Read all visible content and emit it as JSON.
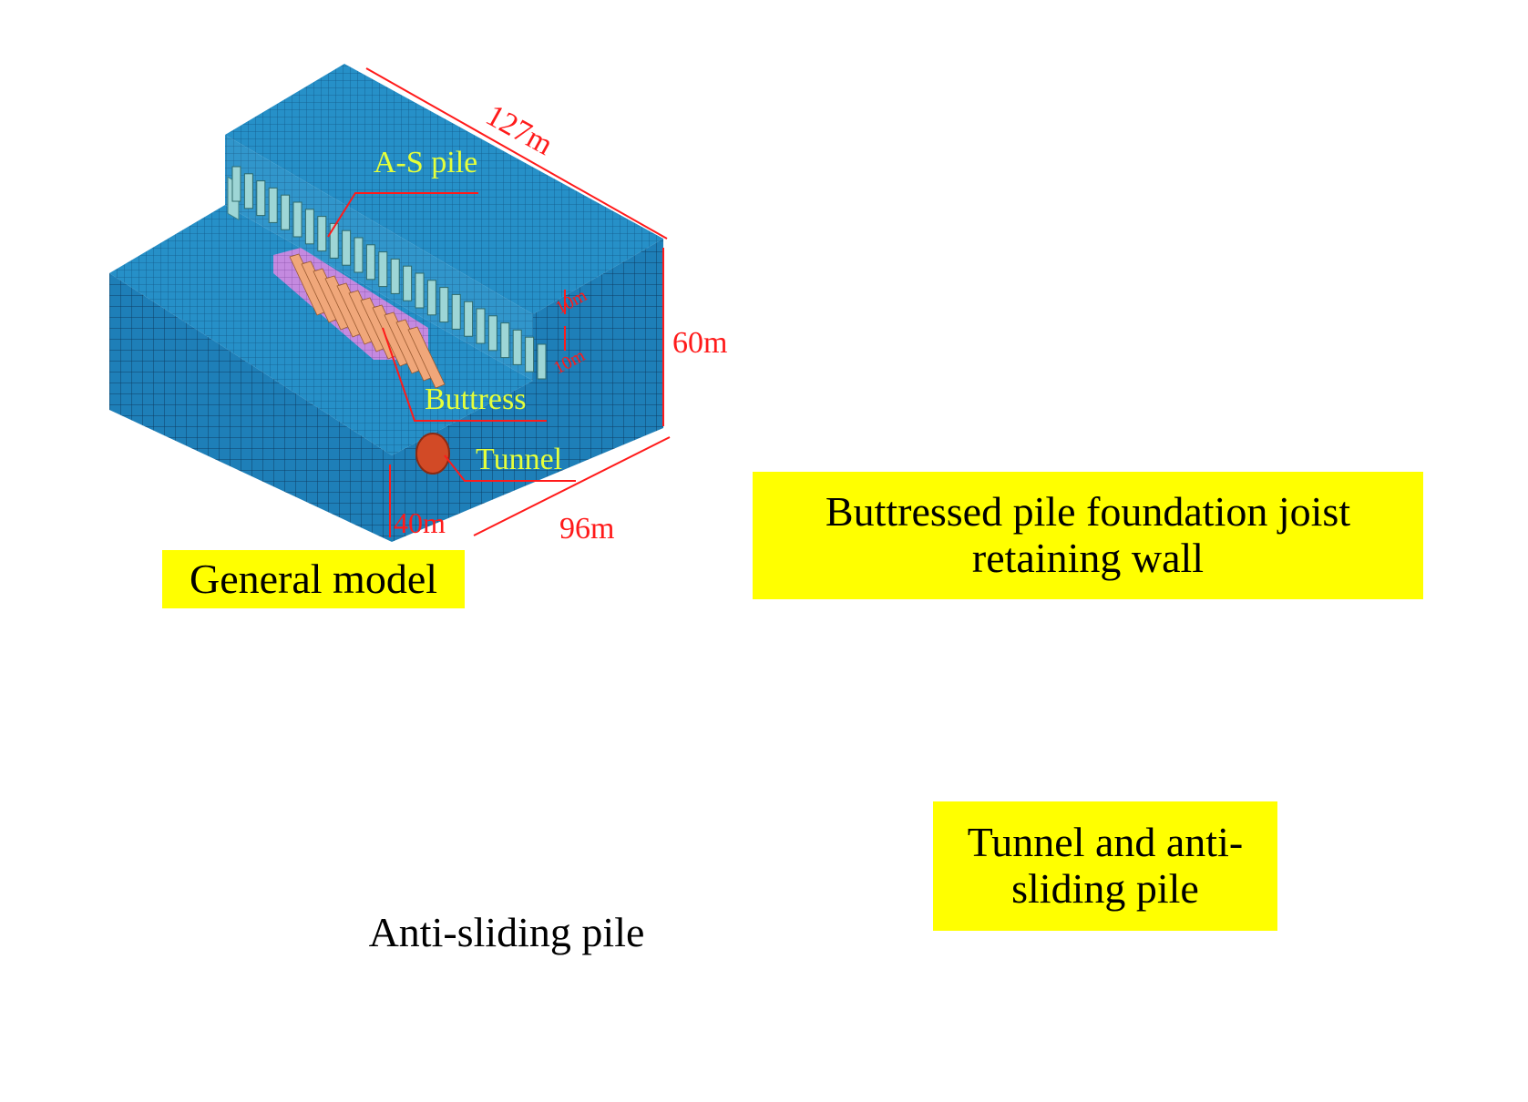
{
  "panels": {
    "general_model": {
      "caption": "General model",
      "labels": {
        "as_pile": "A-S pile",
        "buttress": "Buttress",
        "tunnel": "Tunnel"
      },
      "dimensions": {
        "length": "127m",
        "height": "60m",
        "width": "96m",
        "tunnel_depth": "40m",
        "step_upper": "10m",
        "step_lower": "10m"
      }
    },
    "retaining_wall": {
      "caption_line1": "Buttressed pile foundation joist",
      "caption_line2": "retaining wall"
    },
    "anti_sliding": {
      "caption": "Anti-sliding pile"
    },
    "tunnel_pile": {
      "caption_line1": "Tunnel and anti-",
      "caption_line2": "sliding pile"
    }
  },
  "colors": {
    "soil_blue": "#1e7fb8",
    "soil_dark": "#15608e",
    "pile_cyan": "#9ed6d6",
    "pile_orange": "#e0a640",
    "pile_navy": "#14375e",
    "tunnel_red": "#d24a26",
    "contact_red": "#e8343c",
    "wall_pink": "#e58ae6",
    "wall_purple": "#b07ad8",
    "rib_tan": "#f0a77a",
    "divider_red": "#ff0000",
    "caption_yellow": "#ffff00",
    "label_yellow": "#e5ff3a"
  }
}
